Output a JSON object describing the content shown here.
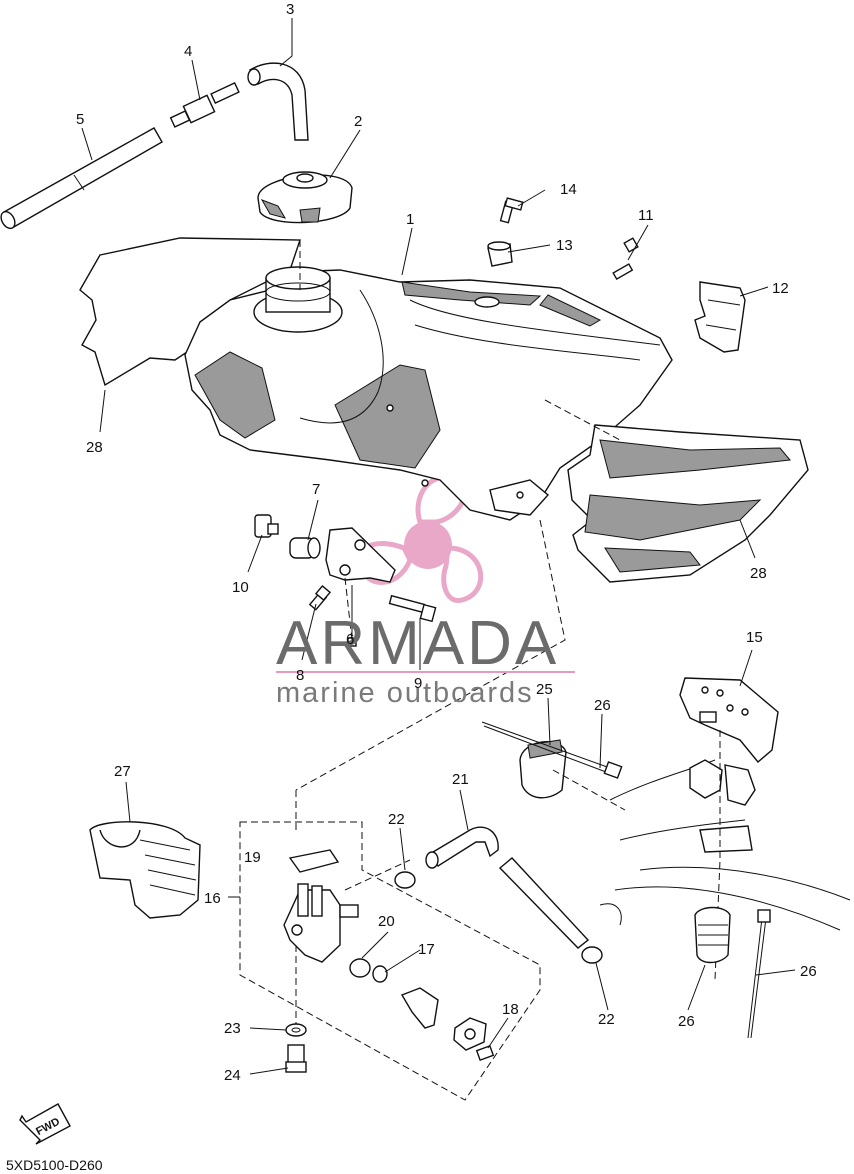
{
  "diagram_code": "5XD5100-D260",
  "watermark": {
    "title": "ARMADA",
    "subtitle": "marine outboards",
    "logo_color": "#e79ac0"
  },
  "fwd_label": "FWD",
  "callouts": [
    {
      "id": "c1",
      "text": "1"
    },
    {
      "id": "c2",
      "text": "2"
    },
    {
      "id": "c3",
      "text": "3"
    },
    {
      "id": "c4",
      "text": "4"
    },
    {
      "id": "c5",
      "text": "5"
    },
    {
      "id": "c6",
      "text": "6"
    },
    {
      "id": "c7",
      "text": "7"
    },
    {
      "id": "c8",
      "text": "8"
    },
    {
      "id": "c9",
      "text": "9"
    },
    {
      "id": "c10",
      "text": "10"
    },
    {
      "id": "c11",
      "text": "11"
    },
    {
      "id": "c12",
      "text": "12"
    },
    {
      "id": "c13",
      "text": "13"
    },
    {
      "id": "c14",
      "text": "14"
    },
    {
      "id": "c15",
      "text": "15"
    },
    {
      "id": "c16",
      "text": "16"
    },
    {
      "id": "c17",
      "text": "17"
    },
    {
      "id": "c18",
      "text": "18"
    },
    {
      "id": "c19",
      "text": "19"
    },
    {
      "id": "c20",
      "text": "20"
    },
    {
      "id": "c21",
      "text": "21"
    },
    {
      "id": "c22a",
      "text": "22"
    },
    {
      "id": "c22b",
      "text": "22"
    },
    {
      "id": "c23",
      "text": "23"
    },
    {
      "id": "c24",
      "text": "24"
    },
    {
      "id": "c25a",
      "text": "25"
    },
    {
      "id": "c25b",
      "text": "25"
    },
    {
      "id": "c26a",
      "text": "26"
    },
    {
      "id": "c26b",
      "text": "26"
    },
    {
      "id": "c27",
      "text": "27"
    },
    {
      "id": "c28a",
      "text": "28"
    },
    {
      "id": "c28b",
      "text": "28"
    }
  ]
}
